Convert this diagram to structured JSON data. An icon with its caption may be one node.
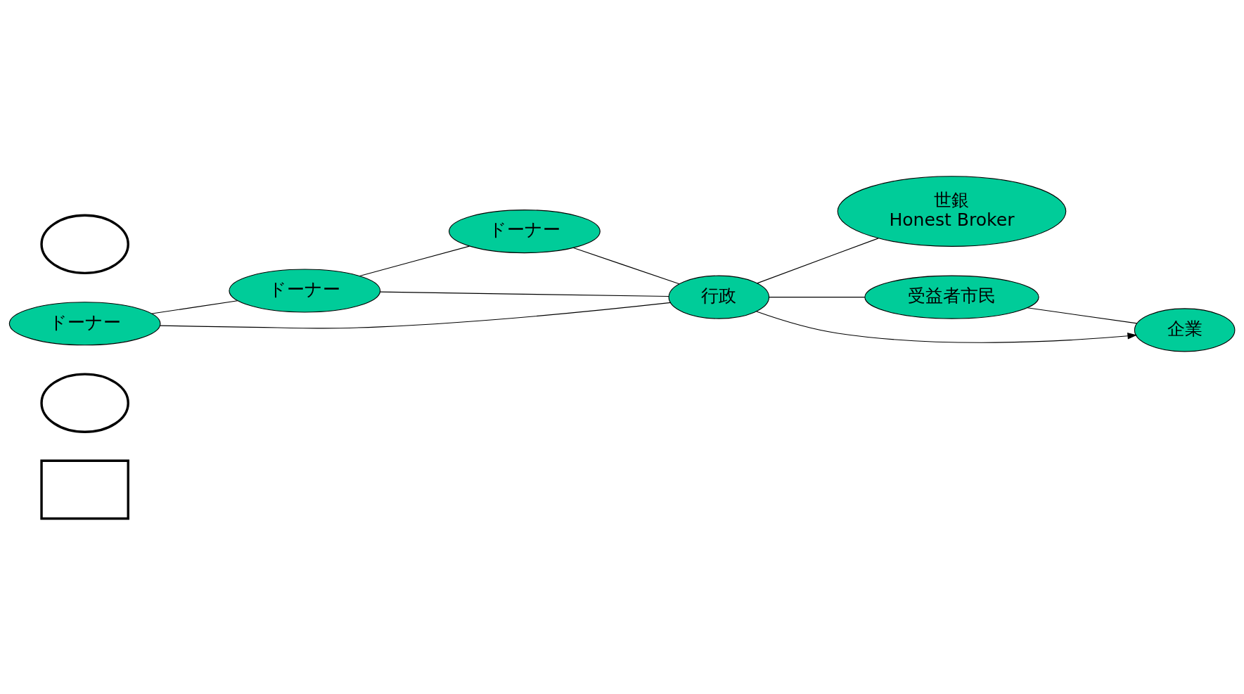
{
  "diagram": {
    "nodes": [
      {
        "text": [],
        "shape": "box"
      },
      {
        "text": [],
        "shape": "ellipse"
      },
      {
        "text": [
          "ドーナー"
        ]
      },
      {
        "text": [
          "ドーナー"
        ]
      },
      {
        "text": [
          "ドーナー"
        ]
      },
      {
        "text": [
          "世銀",
          "Honest Broker"
        ]
      },
      {
        "text": [],
        "shape": "ellipse"
      },
      {
        "text": [
          "行政"
        ]
      },
      {
        "text": [
          "受益者市民"
        ]
      },
      {
        "text": [
          "企業"
        ]
      }
    ],
    "edges": [
      {
        "from": 2,
        "to": 3,
        "arrow": "none"
      },
      {
        "from": 3,
        "to": 4,
        "arrow": "none"
      },
      {
        "from": 2,
        "to": 7,
        "arrow": "none"
      },
      {
        "from": 3,
        "to": 7,
        "arrow": "none"
      },
      {
        "from": 4,
        "to": 7,
        "arrow": "none"
      },
      {
        "from": 7,
        "to": 5,
        "arrow": "none"
      },
      {
        "from": 7,
        "to": 8,
        "arrow": "none"
      },
      {
        "from": 7,
        "to": 9,
        "arrow": "to"
      },
      {
        "from": 8,
        "to": 9,
        "arrow": "none"
      }
    ]
  }
}
